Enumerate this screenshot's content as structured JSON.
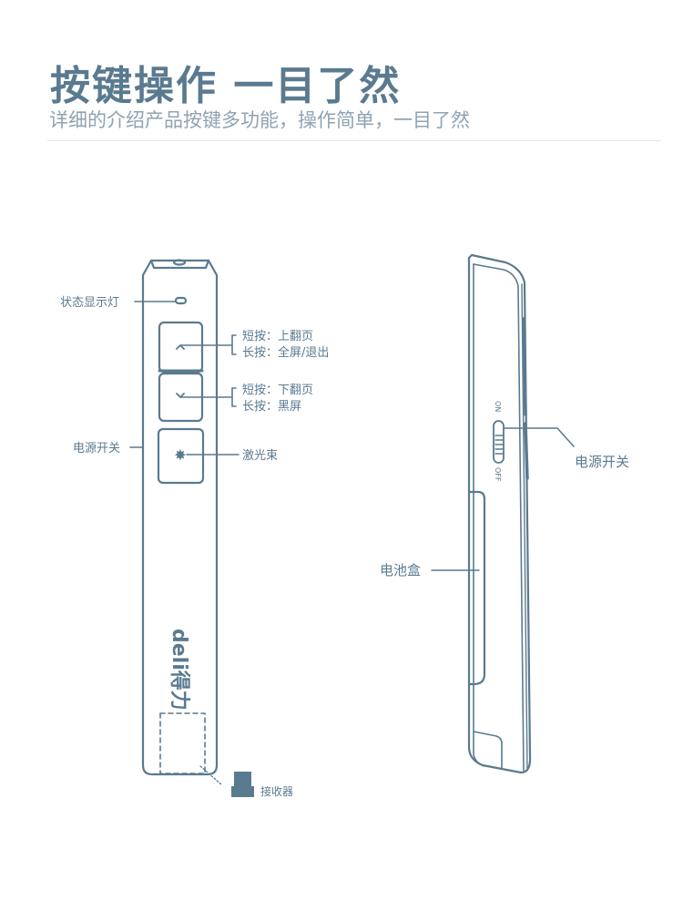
{
  "header": {
    "title": "按键操作 一目了然",
    "subtitle": "详细的介绍产品按键多功能，操作简单，一目了然"
  },
  "front_view": {
    "status_light": "状态显示灯",
    "power_switch": "电源开关",
    "up_short": "短按：上翻页",
    "up_long": "长按：全屏/退出",
    "down_short": "短按：下翻页",
    "down_long": "长按：黑屏",
    "laser": "激光束",
    "receiver": "接收器",
    "logo": "deli得力"
  },
  "side_view": {
    "on_label": "ON",
    "off_label": "OFF",
    "power_switch": "电源开关",
    "battery": "电池盒"
  },
  "colors": {
    "line": "#5a7a8f",
    "subtitle": "#8ea3b2"
  }
}
